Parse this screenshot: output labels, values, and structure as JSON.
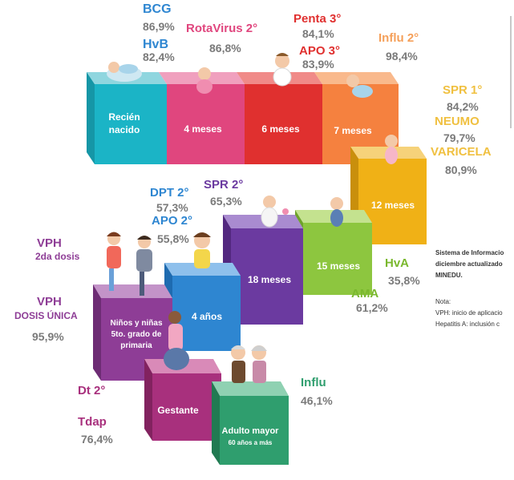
{
  "cubes": {
    "newborn": {
      "line1": "Recién",
      "line2": "nacido",
      "color": "#1bb4c6"
    },
    "m4": {
      "label": "4 meses",
      "color": "#e0467e"
    },
    "m6": {
      "label": "6 meses",
      "color": "#e0302f"
    },
    "m7": {
      "label": "7 meses",
      "color": "#f5813f"
    },
    "m12": {
      "label": "12 meses",
      "color": "#f0b116"
    },
    "m15": {
      "label": "15 meses",
      "color": "#8dc63f"
    },
    "m18": {
      "label": "18 meses",
      "color": "#6b3aa0"
    },
    "y4": {
      "label": "4 años",
      "color": "#2e86d1"
    },
    "kids": {
      "line1": "Niños y niñas",
      "line2": "5to. grado de",
      "line3": "primaria",
      "color": "#8e3d96"
    },
    "pregnant": {
      "label": "Gestante",
      "color": "#a8307d"
    },
    "elder": {
      "line1": "Adulto mayor",
      "line2": "60 años a más",
      "color": "#2f9e6e"
    }
  },
  "vaccines": {
    "bcg": {
      "name": "BCG",
      "pct": "86,9%",
      "color": "#2e86d1"
    },
    "hvb": {
      "name": "HvB",
      "pct": "82,4%",
      "color": "#2e86d1"
    },
    "rota": {
      "name": "RotaVirus 2°",
      "pct": "86,8%",
      "color": "#e0467e"
    },
    "penta": {
      "name": "Penta 3°",
      "pct": "84,1%",
      "color": "#e0302f"
    },
    "apo3": {
      "name": "APO 3°",
      "pct": "83,9%",
      "color": "#e0302f"
    },
    "influ2": {
      "name": "Influ 2°",
      "pct": "98,4%",
      "color": "#f5a05a"
    },
    "spr1": {
      "name": "SPR 1°",
      "pct": "84,2%",
      "color": "#f0c040"
    },
    "neumo": {
      "name": "NEUMO",
      "pct": "79,7%",
      "color": "#f0c040"
    },
    "varicela": {
      "name": "VARICELA",
      "pct": "80,9%",
      "color": "#f0c040"
    },
    "spr2": {
      "name": "SPR 2°",
      "pct": "65,3%",
      "color": "#6b3aa0"
    },
    "dpt2": {
      "name": "DPT 2°",
      "pct": "57,3%",
      "color": "#2e86d1"
    },
    "apo2": {
      "name": "APO 2°",
      "pct": "55,8%",
      "color": "#2e86d1"
    },
    "hva": {
      "name": "HvA",
      "pct": "35,8%",
      "color": "#7ab82e"
    },
    "ama": {
      "name": "AMA",
      "pct": "61,2%",
      "color": "#7ab82e"
    },
    "vph2": {
      "name": "VPH",
      "sub": "2da dosis",
      "color": "#8e3d96"
    },
    "vphu": {
      "name": "VPH",
      "sub": "DOSIS ÚNICA",
      "pct": "95,9%",
      "color": "#8e3d96"
    },
    "dt2": {
      "name": "Dt 2°",
      "color": "#a8307d"
    },
    "tdap": {
      "name": "Tdap",
      "pct": "76,4%",
      "color": "#a8307d"
    },
    "influ": {
      "name": "Influ",
      "pct": "46,1%",
      "color": "#2f9e6e"
    }
  },
  "notes": {
    "line1": "Sistema de Informacio",
    "line2": "diciembre actualizado",
    "line3": "MINEDU.",
    "note_title": "Nota:",
    "note1": "VPH: inicio de aplicacio",
    "note2": "Hepatitis A: inclusión c"
  },
  "colors": {
    "pct_gray": "#7a7a7a"
  }
}
